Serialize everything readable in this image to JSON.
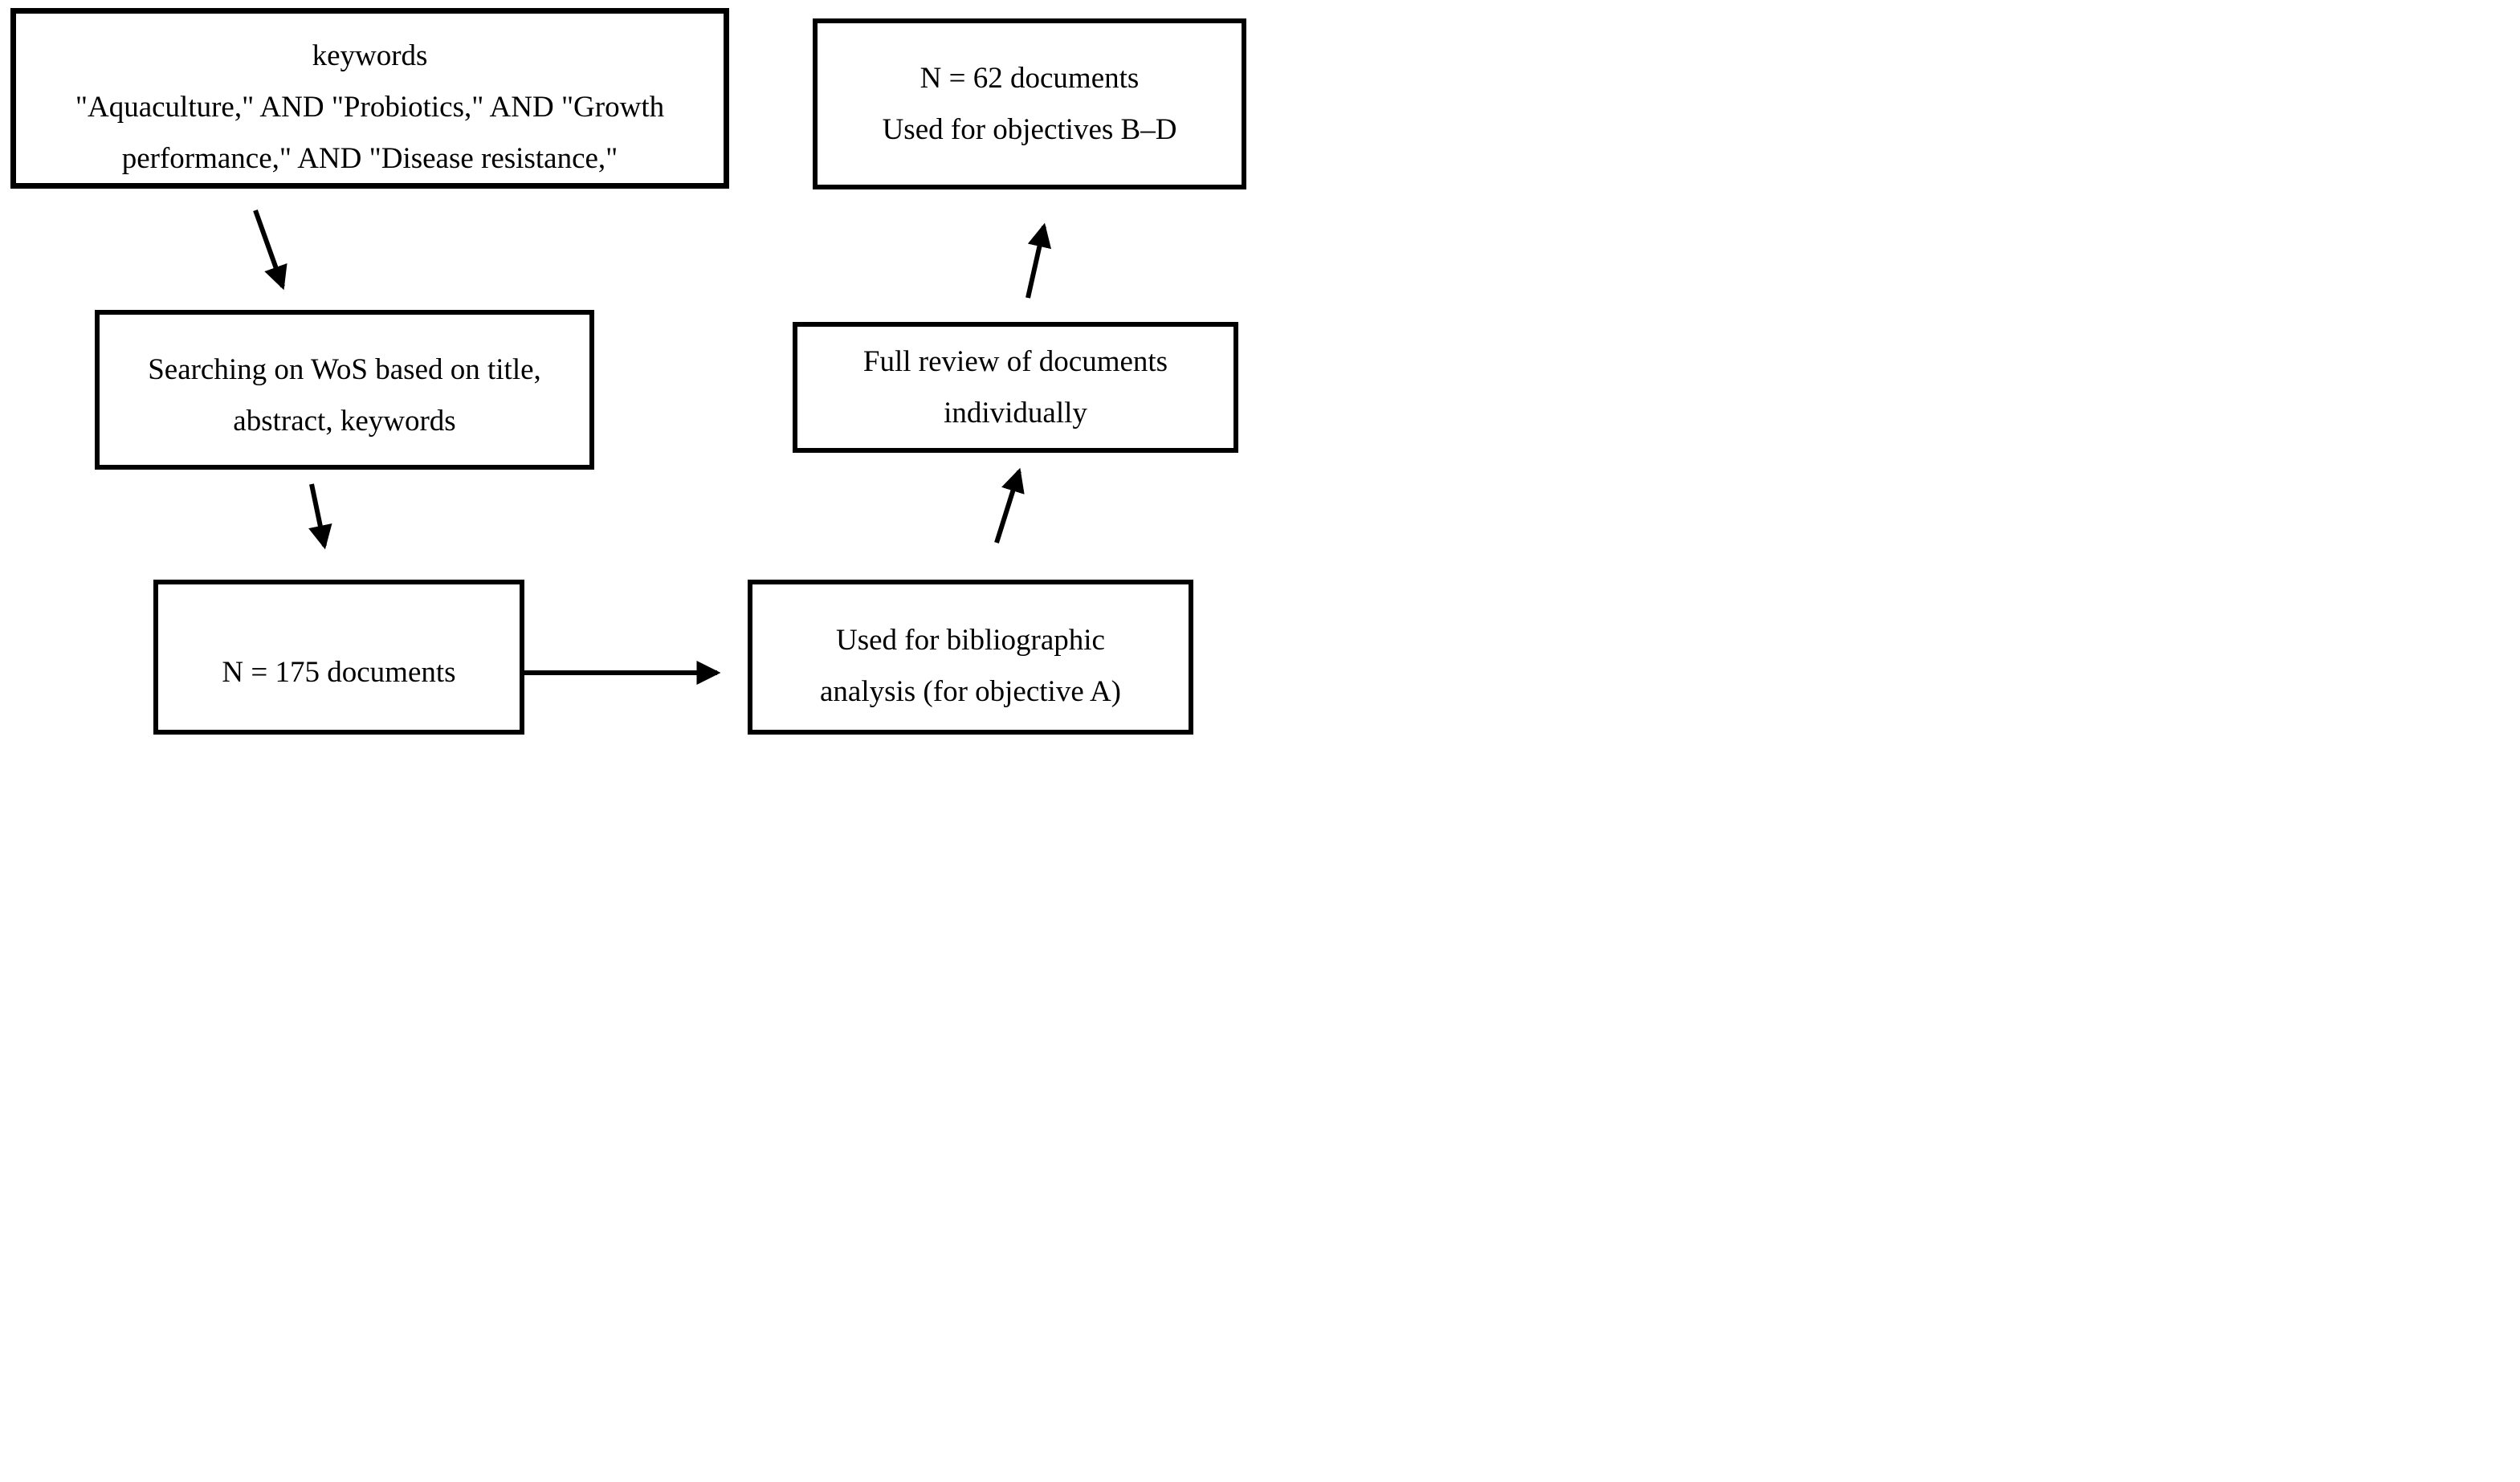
{
  "figure": {
    "background_color": "#ffffff",
    "ink_color": "#000000",
    "type": "flowchart"
  },
  "nodes": {
    "keywords": {
      "lines": [
        "keywords",
        "\"Aquaculture,\" AND \"Probiotics,\" AND \"Growth",
        "performance,\" AND \"Disease resistance,\""
      ]
    },
    "search": {
      "lines": [
        "Searching on WoS based on title,",
        "abstract, keywords"
      ]
    },
    "n175": {
      "lines": [
        "N = 175 documents"
      ]
    },
    "biblio": {
      "lines": [
        "Used for bibliographic",
        "analysis (for objective A)"
      ]
    },
    "review": {
      "lines": [
        "Full review of documents",
        "individually"
      ]
    },
    "n62": {
      "lines": [
        "N = 62 documents",
        "Used for objectives B–D"
      ]
    }
  },
  "arrows": [
    {
      "from": "keywords",
      "to": "search",
      "direction": "down-right"
    },
    {
      "from": "search",
      "to": "n175",
      "direction": "down-right"
    },
    {
      "from": "n175",
      "to": "biblio",
      "direction": "right"
    },
    {
      "from": "biblio",
      "to": "review",
      "direction": "up-right"
    },
    {
      "from": "review",
      "to": "n62",
      "direction": "up-right"
    }
  ]
}
